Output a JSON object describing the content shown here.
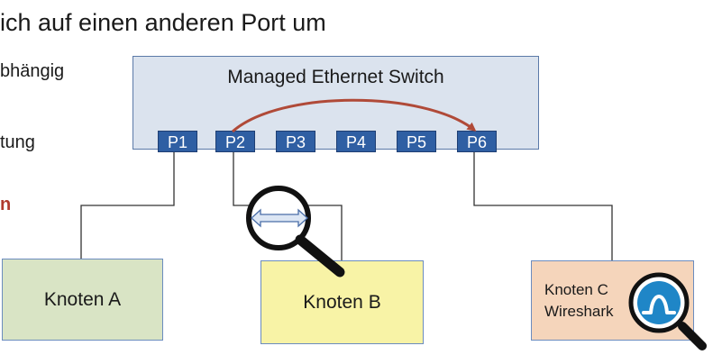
{
  "heading": "ich auf einen anderen Port um",
  "side_fragments": [
    "bhängig",
    "tung",
    "n"
  ],
  "switch": {
    "title": "Managed Ethernet Switch",
    "ports": [
      "P1",
      "P2",
      "P3",
      "P4",
      "P5",
      "P6"
    ]
  },
  "nodes": {
    "a": "Knoten A",
    "b": "Knoten B",
    "c_line1": "Knoten C",
    "c_line2": "Wireshark"
  },
  "colors": {
    "mirror_arrow": "#b04a38",
    "port_fill": "#2f5fa3",
    "switch_fill": "#dbe3ee",
    "node_a_fill": "#d9e4c5",
    "node_b_fill": "#f8f3a6",
    "node_c_fill": "#f5d5bb"
  },
  "icons": [
    "magnifier-icon",
    "double-arrow-icon",
    "wireshark-fin-icon"
  ]
}
